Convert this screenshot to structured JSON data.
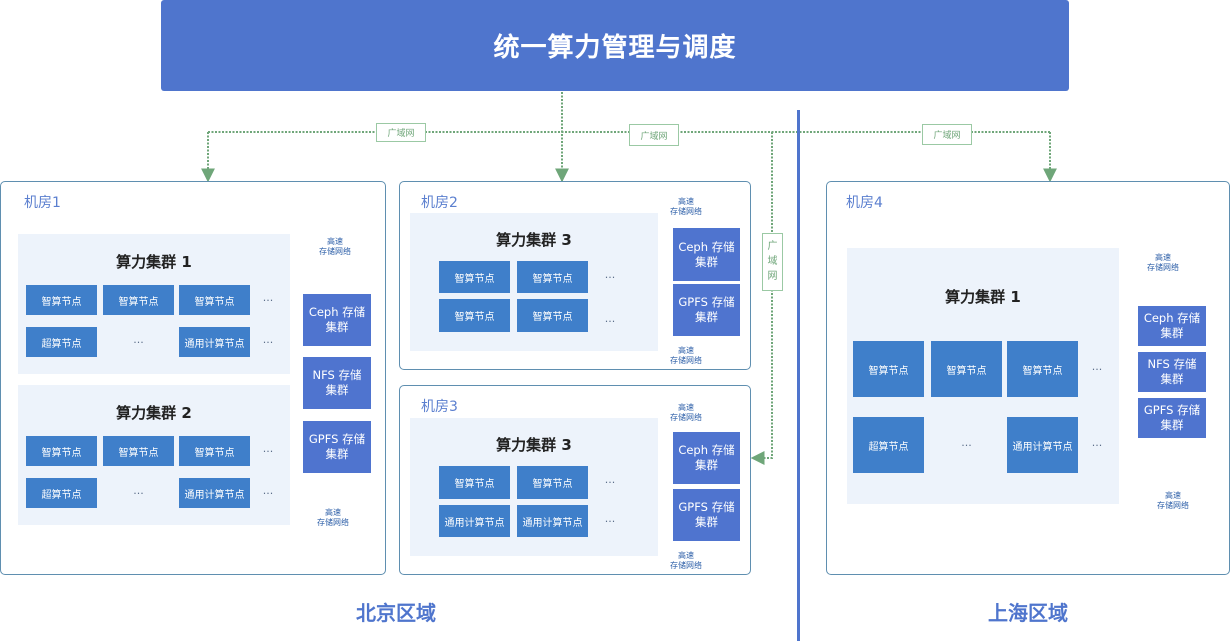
{
  "header": {
    "title": "统一算力管理与调度"
  },
  "wan_labels": {
    "wan1": "广域网",
    "wan2": "广域网",
    "wan3": "广域网",
    "wan_vertical": "广\n域\n网"
  },
  "regions": {
    "beijing": "北京区域",
    "shanghai": "上海区域"
  },
  "hs_label": "高速\n存储网络",
  "rooms": {
    "room1": {
      "label": "机房1",
      "cluster1": {
        "title": "算力集群 1",
        "row1": [
          "智算节点",
          "智算节点",
          "智算节点",
          "···"
        ],
        "row2": [
          "超算节点",
          "···",
          "通用计算节点",
          "···"
        ]
      },
      "cluster2": {
        "title": "算力集群 2",
        "row1": [
          "智算节点",
          "智算节点",
          "智算节点",
          "···"
        ],
        "row2": [
          "超算节点",
          "···",
          "通用计算节点",
          "···"
        ]
      },
      "storage": [
        "Ceph 存储\n集群",
        "NFS 存储\n集群",
        "GPFS 存储\n集群"
      ]
    },
    "room2": {
      "label": "机房2",
      "cluster": {
        "title": "算力集群 3",
        "row1": [
          "智算节点",
          "智算节点",
          "···"
        ],
        "row2": [
          "智算节点",
          "智算节点",
          "···"
        ]
      },
      "storage": [
        "Ceph 存储\n集群",
        "GPFS 存储\n集群"
      ]
    },
    "room3": {
      "label": "机房3",
      "cluster": {
        "title": "算力集群 3",
        "row1": [
          "智算节点",
          "智算节点",
          "···"
        ],
        "row2": [
          "通用计算节点",
          "通用计算节点",
          "···"
        ]
      },
      "storage": [
        "Ceph 存储\n集群",
        "GPFS 存储\n集群"
      ]
    },
    "room4": {
      "label": "机房4",
      "cluster": {
        "title": "算力集群 1",
        "row1": [
          "智算节点",
          "智算节点",
          "智算节点",
          "···"
        ],
        "row2": [
          "超算节点",
          "···",
          "通用计算节点",
          "···"
        ]
      },
      "storage": [
        "Ceph 存储\n集群",
        "NFS 存储\n集群",
        "GPFS 存储\n集群"
      ]
    }
  },
  "colors": {
    "header": "#4f75cd",
    "node": "#3f7fca",
    "storage": "#4f74cf",
    "wan_line": "#6fa679",
    "cluster_bg": "#edf3fb"
  }
}
